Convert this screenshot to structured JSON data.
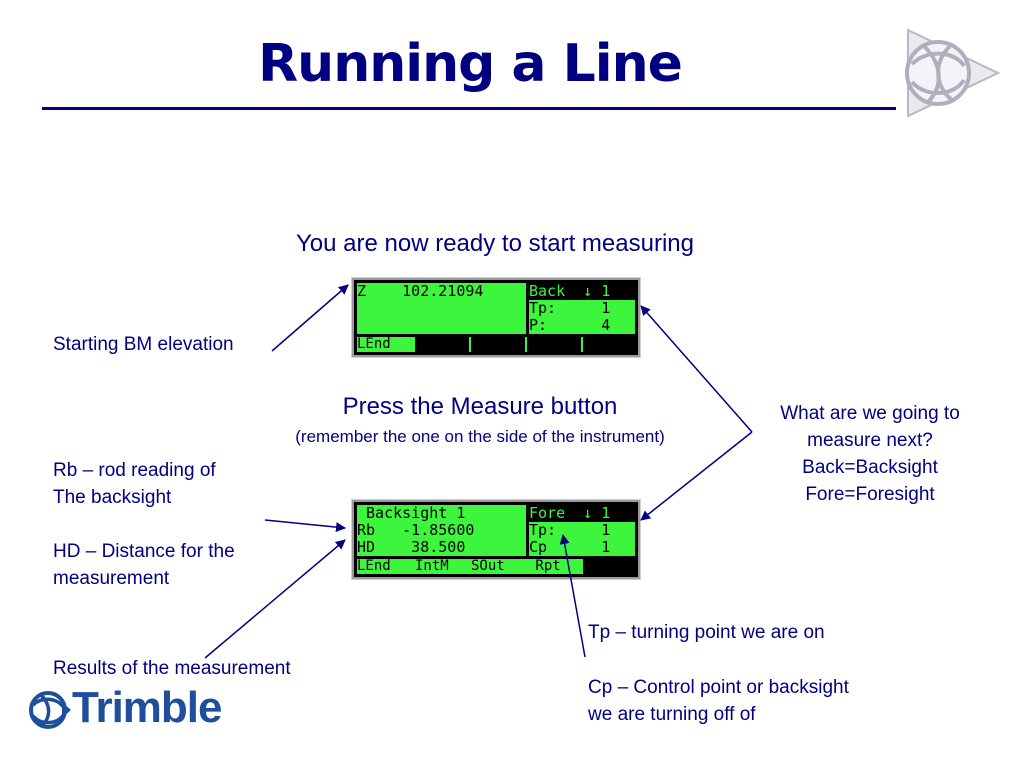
{
  "title": "Running a Line",
  "subtitle": "You are now ready to start measuring",
  "press": {
    "main": "Press the Measure button",
    "note": "(remember the one on the side of the instrument)"
  },
  "screen1": {
    "left_top": "Z    102.21094",
    "right_rows": [
      "Back  ↓ 1",
      "Tp:     1",
      "P:      4"
    ],
    "softkeys": [
      "LEnd",
      "",
      "",
      "",
      ""
    ]
  },
  "screen2": {
    "left_rows": [
      " Backsight 1",
      "Rb   -1.85600",
      "HD    38.500"
    ],
    "right_rows": [
      "Fore  ↓ 1",
      "Tp:     1",
      "Cp      1"
    ],
    "softkeys": [
      "LEnd",
      "IntM",
      "SOut",
      " Rpt",
      ""
    ]
  },
  "labels": {
    "starting_bm": "Starting BM elevation",
    "rb": [
      "Rb – rod reading of",
      "The backsight"
    ],
    "hd": [
      "HD – Distance for the",
      "measurement"
    ],
    "results": "Results of the measurement",
    "next": [
      "What are we going to",
      "measure next?",
      "Back=Backsight",
      "Fore=Foresight"
    ],
    "tp": "Tp – turning point we are on",
    "cp": [
      "Cp – Control point or backsight",
      "we are turning off of"
    ]
  },
  "logo": {
    "text": "Trimble"
  },
  "colors": {
    "navy": "#000080",
    "lcd_green": "#3ef53e",
    "lcd_black": "#000000",
    "brand_blue": "#1f4f9c"
  },
  "icons": [
    "trimble-globe-logo",
    "trimble-swirl-icon"
  ]
}
